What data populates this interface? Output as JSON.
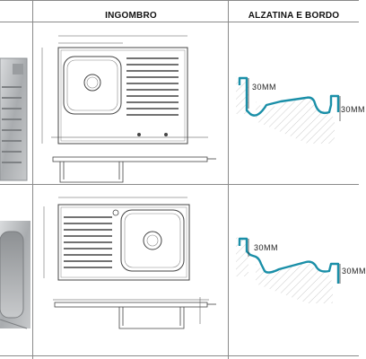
{
  "table": {
    "headers": {
      "ingombro": "INGOMBRO",
      "alzatina": "ALZATINA E BORDO"
    },
    "rows": [
      {
        "variant": "drainer-right",
        "alzatina_label": "30MM",
        "bordo_label": "30MM"
      },
      {
        "variant": "drainer-left",
        "alzatina_label": "30MM",
        "bordo_label": "30MM"
      }
    ]
  },
  "colors": {
    "grid": "#8a8a8a",
    "profile": "#1a8fa8",
    "steel": "#b9bcbe",
    "hatch": "#c9c9c9"
  }
}
